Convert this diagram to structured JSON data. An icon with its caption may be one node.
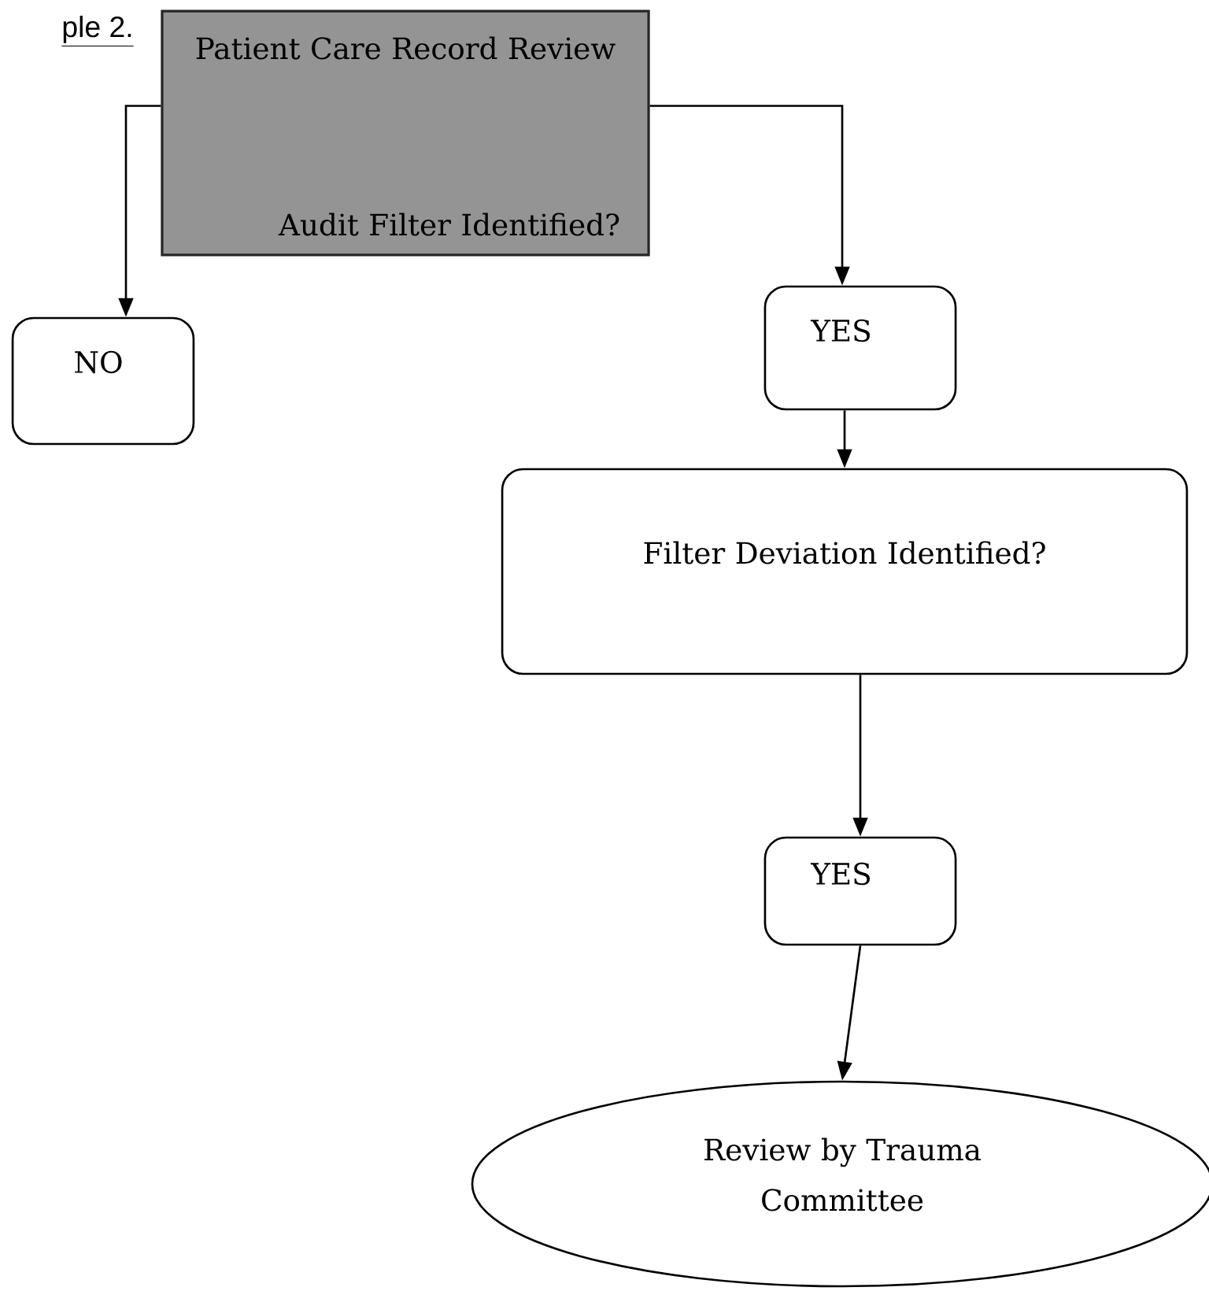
{
  "diagram": {
    "nodes": [
      {
        "text": [
          "Patient Care Record Review",
          "Audit Filter Identified?"
        ]
      },
      {
        "text": [
          "NO"
        ]
      },
      {
        "text": [
          "YES"
        ]
      },
      {
        "text": [
          "Filter Deviation Identified?"
        ]
      },
      {
        "text": [
          "YES"
        ]
      },
      {
        "text": [
          "Review by Trauma Committee"
        ]
      }
    ],
    "edges": [
      {
        "from": 0,
        "to": 1,
        "arrow": "to"
      },
      {
        "from": 0,
        "to": 2,
        "arrow": "to"
      },
      {
        "from": 2,
        "to": 3,
        "arrow": "to"
      },
      {
        "from": 3,
        "to": 4,
        "arrow": "to"
      },
      {
        "from": 4,
        "to": 5,
        "arrow": "to"
      }
    ],
    "labels": [
      "ple 2."
    ]
  }
}
